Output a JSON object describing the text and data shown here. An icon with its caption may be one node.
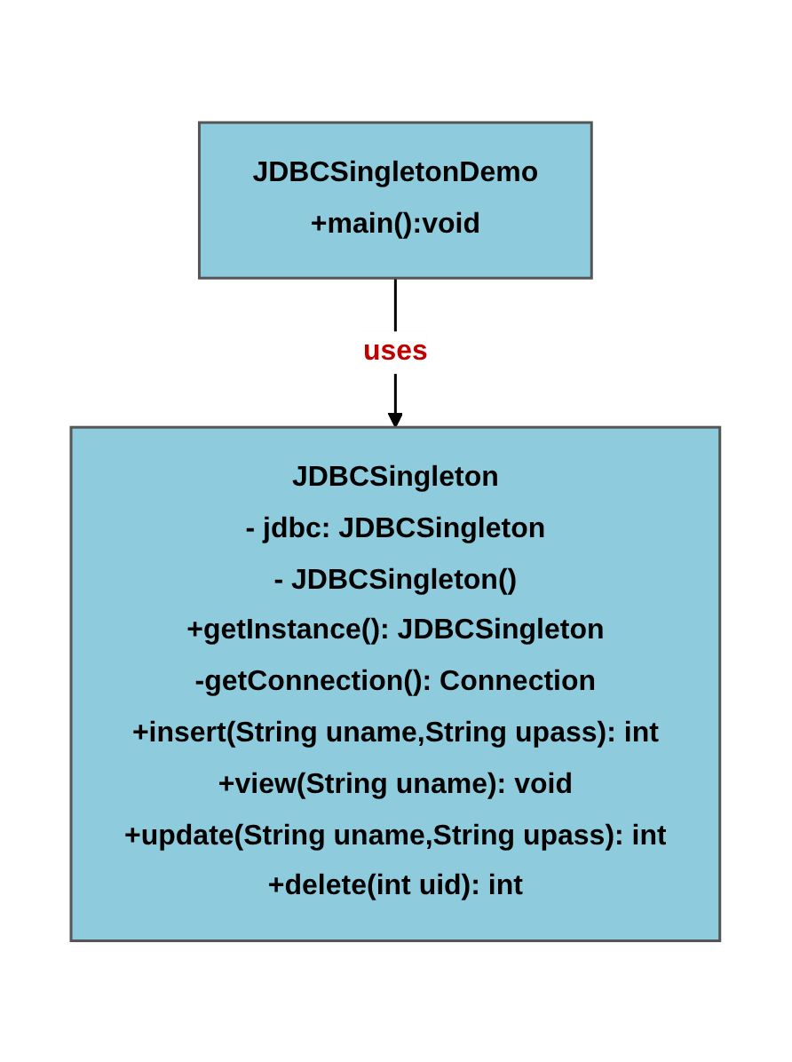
{
  "diagram": {
    "nodes": [
      {
        "text": [
          "JDBCSingletonDemo",
          "+main():void"
        ]
      },
      {
        "text": [
          "JDBCSingleton",
          "- jdbc: JDBCSingleton",
          "- JDBCSingleton()",
          "+getInstance(): JDBCSingleton",
          "-getConnection(): Connection",
          "+insert(String uname,String upass): int",
          "+view(String uname): void",
          "+update(String uname,String upass): int",
          "+delete(int uid): int"
        ]
      }
    ],
    "edges": [
      {
        "from": 0,
        "to": 1,
        "arrow": "to",
        "label": "uses"
      }
    ]
  }
}
